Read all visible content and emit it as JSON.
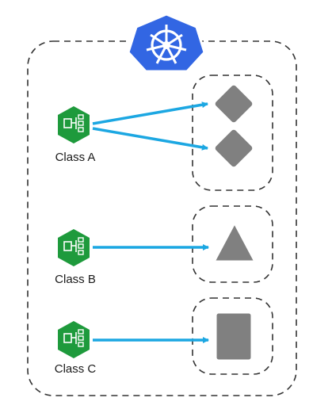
{
  "diagram": {
    "logo": {
      "icon": "kubernetes-helm-wheel-icon",
      "color": "#3266e3"
    },
    "classes": [
      {
        "label": "Class A",
        "icon": "service-hexagon-icon",
        "targets": [
          "diamond",
          "diamond"
        ]
      },
      {
        "label": "Class B",
        "icon": "service-hexagon-icon",
        "targets": [
          "triangle"
        ]
      },
      {
        "label": "Class C",
        "icon": "service-hexagon-icon",
        "targets": [
          "rectangle"
        ]
      }
    ],
    "colors": {
      "cluster_border": "#333333",
      "service_icon": "#1e9a3c",
      "arrow": "#1ca7e2",
      "shape_fill": "#808080",
      "shape_border": "#ffffff",
      "logo_fill": "#3266e3"
    }
  }
}
